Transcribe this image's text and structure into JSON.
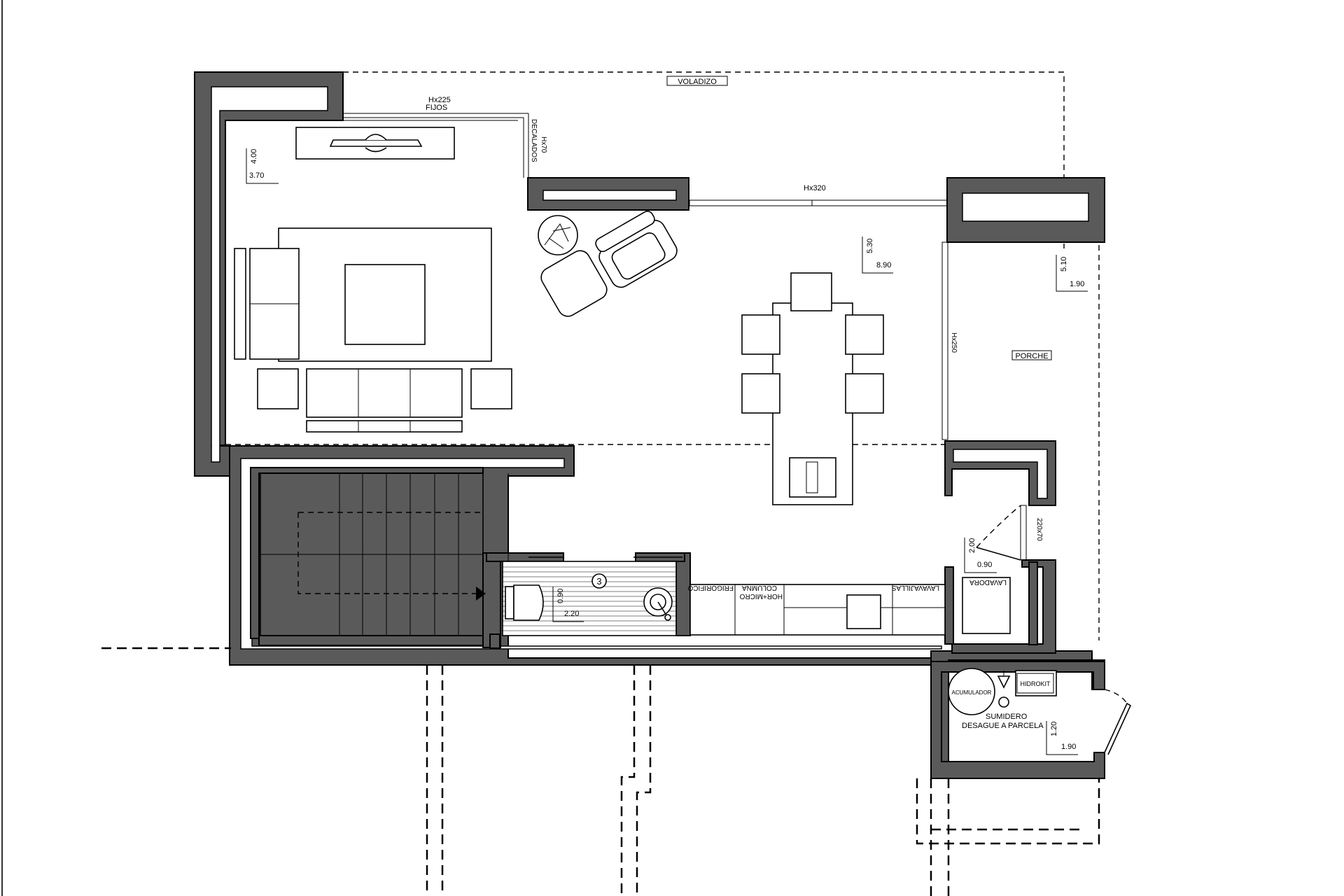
{
  "plan": {
    "labels": {
      "voladizo": "VOLADIZO",
      "porche": "PORCHE",
      "hx225": "Hx225",
      "fijos": "FIJOS",
      "hx70": "Hx70",
      "decalados": "DECALADOS",
      "hx320": "Hx320",
      "hx250": "Hx250",
      "door_220x70": "220x70",
      "frigorifico": "FRIGORIFICO",
      "columna_line1": "COLUMNA",
      "columna_line2": "HOR+MICRO",
      "lavavajillas": "LAVAVAJILLAS",
      "lavadora": "LAVADORA",
      "acumulador": "ACUMULADOR",
      "hidrokit": "HIDROKIT",
      "sumidero": "SUMIDERO",
      "desague": "DESAGUE A PARCELA",
      "bath_number": "3"
    },
    "dimensions": {
      "living_a": "4.00",
      "living_b": "3.70",
      "main_a": "5.30",
      "main_b": "8.90",
      "porch_a": "5.10",
      "porch_b": "1.90",
      "entry_a": "2.00",
      "entry_b": "0.90",
      "bath_a": "0.90",
      "bath_b": "2.20",
      "utility_a": "1.20",
      "utility_b": "1.90"
    }
  }
}
